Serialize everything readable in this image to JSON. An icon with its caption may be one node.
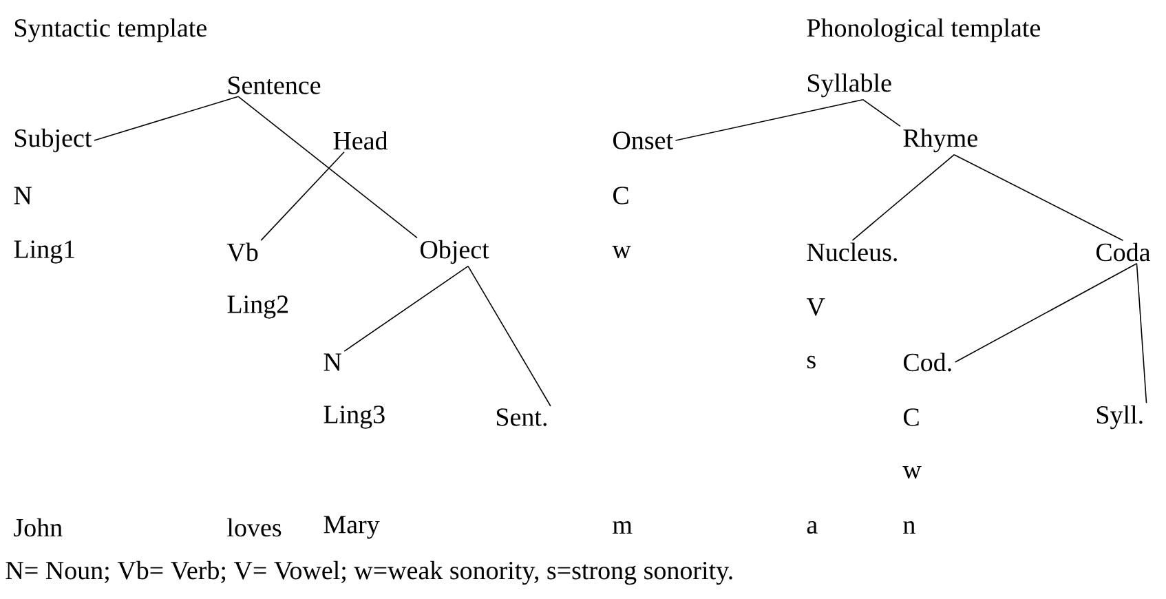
{
  "diagram": {
    "caption": "N= Noun; Vb= Verb; V= Vowel; w=weak sonority, s=strong sonority.",
    "nodes": [
      {
        "text": [
          "Sentence"
        ]
      },
      {
        "text": [
          "Subject"
        ]
      },
      {
        "text": [
          "Head"
        ]
      },
      {
        "text": [
          "Vb"
        ]
      },
      {
        "text": [
          "Object"
        ]
      },
      {
        "text": [
          "N"
        ]
      },
      {
        "text": [
          "Sent."
        ]
      },
      {
        "text": [
          "Syllable"
        ]
      },
      {
        "text": [
          "Onset"
        ]
      },
      {
        "text": [
          "Rhyme"
        ]
      },
      {
        "text": [
          "Nucleus."
        ]
      },
      {
        "text": [
          "Coda"
        ]
      },
      {
        "text": [
          "Cod."
        ]
      },
      {
        "text": [
          "Syll."
        ]
      }
    ],
    "edges": [
      {
        "from": 0,
        "to": 1,
        "arrow": "none"
      },
      {
        "from": 0,
        "to": 4,
        "arrow": "none"
      },
      {
        "from": 2,
        "to": 3,
        "arrow": "none"
      },
      {
        "from": 4,
        "to": 5,
        "arrow": "none"
      },
      {
        "from": 4,
        "to": 6,
        "arrow": "none"
      },
      {
        "from": 7,
        "to": 8,
        "arrow": "none"
      },
      {
        "from": 7,
        "to": 9,
        "arrow": "none"
      },
      {
        "from": 9,
        "to": 10,
        "arrow": "none"
      },
      {
        "from": 9,
        "to": 11,
        "arrow": "none"
      },
      {
        "from": 11,
        "to": 12,
        "arrow": "none"
      },
      {
        "from": 11,
        "to": 13,
        "arrow": "none"
      }
    ],
    "labels": [
      "Syntactic template",
      "Phonological template",
      "N",
      "C",
      "Ling1",
      "w",
      "Ling2",
      "V",
      "s",
      "Ling3",
      "C",
      "w",
      "John",
      "loves",
      "Mary",
      "m",
      "a",
      "n"
    ]
  }
}
